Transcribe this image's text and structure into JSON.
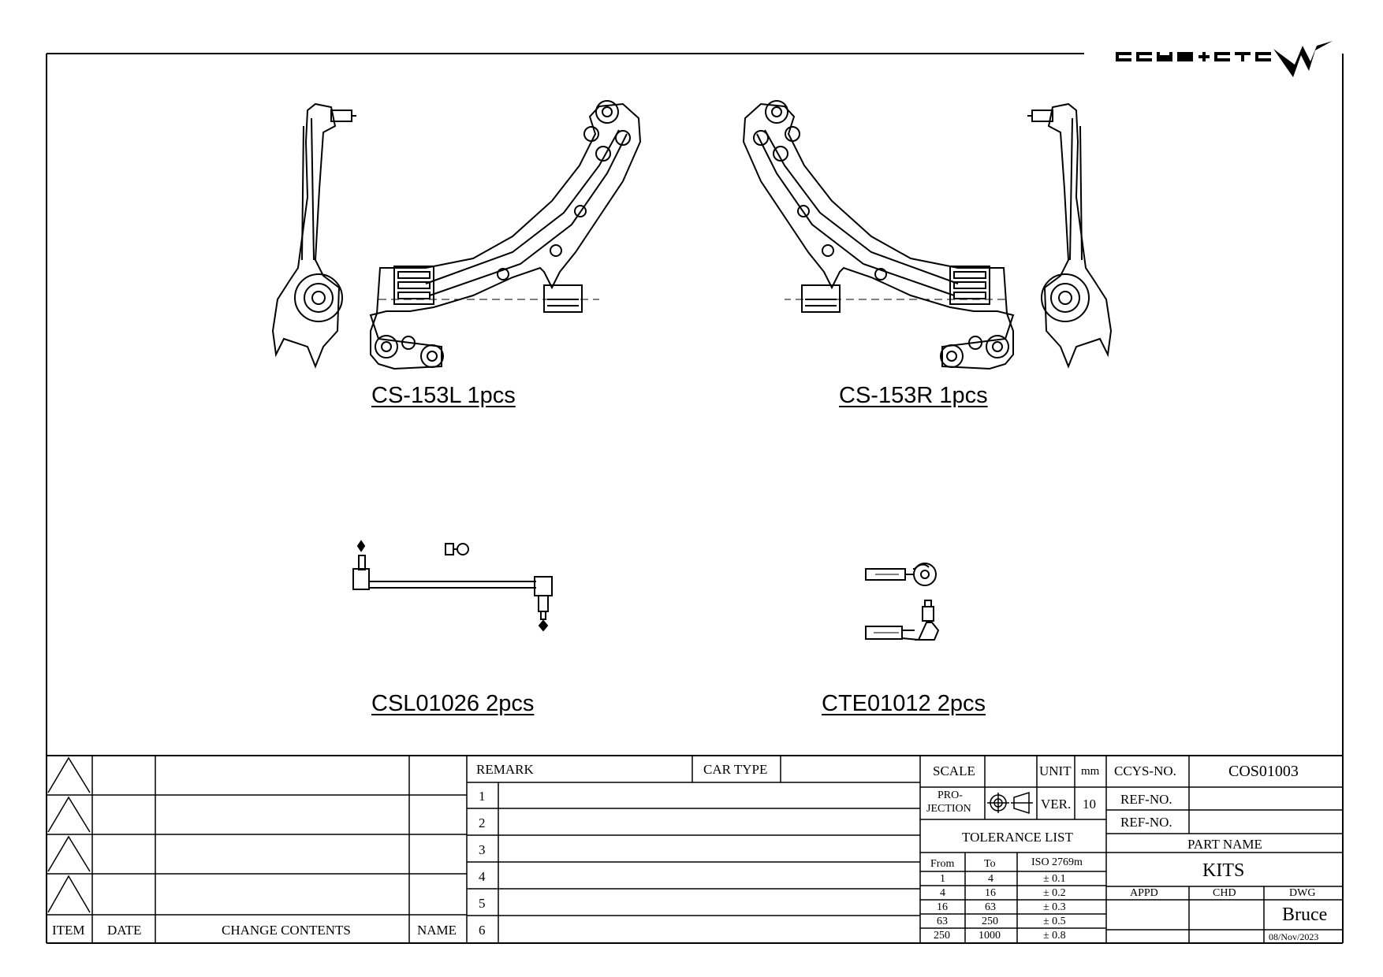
{
  "brand": {
    "logo_text": "CCYS+CTC",
    "accent": "#000000"
  },
  "parts": [
    {
      "label": "CS-153L 1pcs"
    },
    {
      "label": "CS-153R 1pcs"
    },
    {
      "label": "CSL01026 2pcs"
    },
    {
      "label": "CTE01012 2pcs"
    }
  ],
  "revision_table": {
    "headers": {
      "item": "ITEM",
      "date": "DATE",
      "change_contents": "CHANGE CONTENTS",
      "name": "NAME"
    }
  },
  "remark_table": {
    "remark": "REMARK",
    "car_type": "CAR TYPE",
    "rows": [
      "1",
      "2",
      "3",
      "4",
      "5",
      "6"
    ]
  },
  "spec": {
    "scale": "SCALE",
    "unit_label": "UNIT",
    "unit_value": "mm",
    "projection_line1": "PRO-",
    "projection_line2": "JECTION",
    "ver_label": "VER.",
    "ver_value": "10",
    "tolerance_title": "TOLERANCE LIST",
    "tol_headers": {
      "from": "From",
      "to": "To",
      "iso": "ISO 2769m"
    },
    "tolerances": [
      {
        "from": "1",
        "to": "4",
        "tol": "± 0.1"
      },
      {
        "from": "4",
        "to": "16",
        "tol": "± 0.2"
      },
      {
        "from": "16",
        "to": "63",
        "tol": "± 0.3"
      },
      {
        "from": "63",
        "to": "250",
        "tol": "± 0.5"
      },
      {
        "from": "250",
        "to": "1000",
        "tol": "± 0.8"
      }
    ]
  },
  "title_block": {
    "ccys_no_label": "CCYS-NO.",
    "ccys_no_value": "COS01003",
    "ref_no_label_1": "REF-NO.",
    "ref_no_label_2": "REF-NO.",
    "part_name_label": "PART NAME",
    "part_name_value": "KITS",
    "appd_label": "APPD",
    "chd_label": "CHD",
    "dwg_label": "DWG",
    "dwg_name": "Bruce",
    "dwg_date": "08/Nov/2023"
  }
}
